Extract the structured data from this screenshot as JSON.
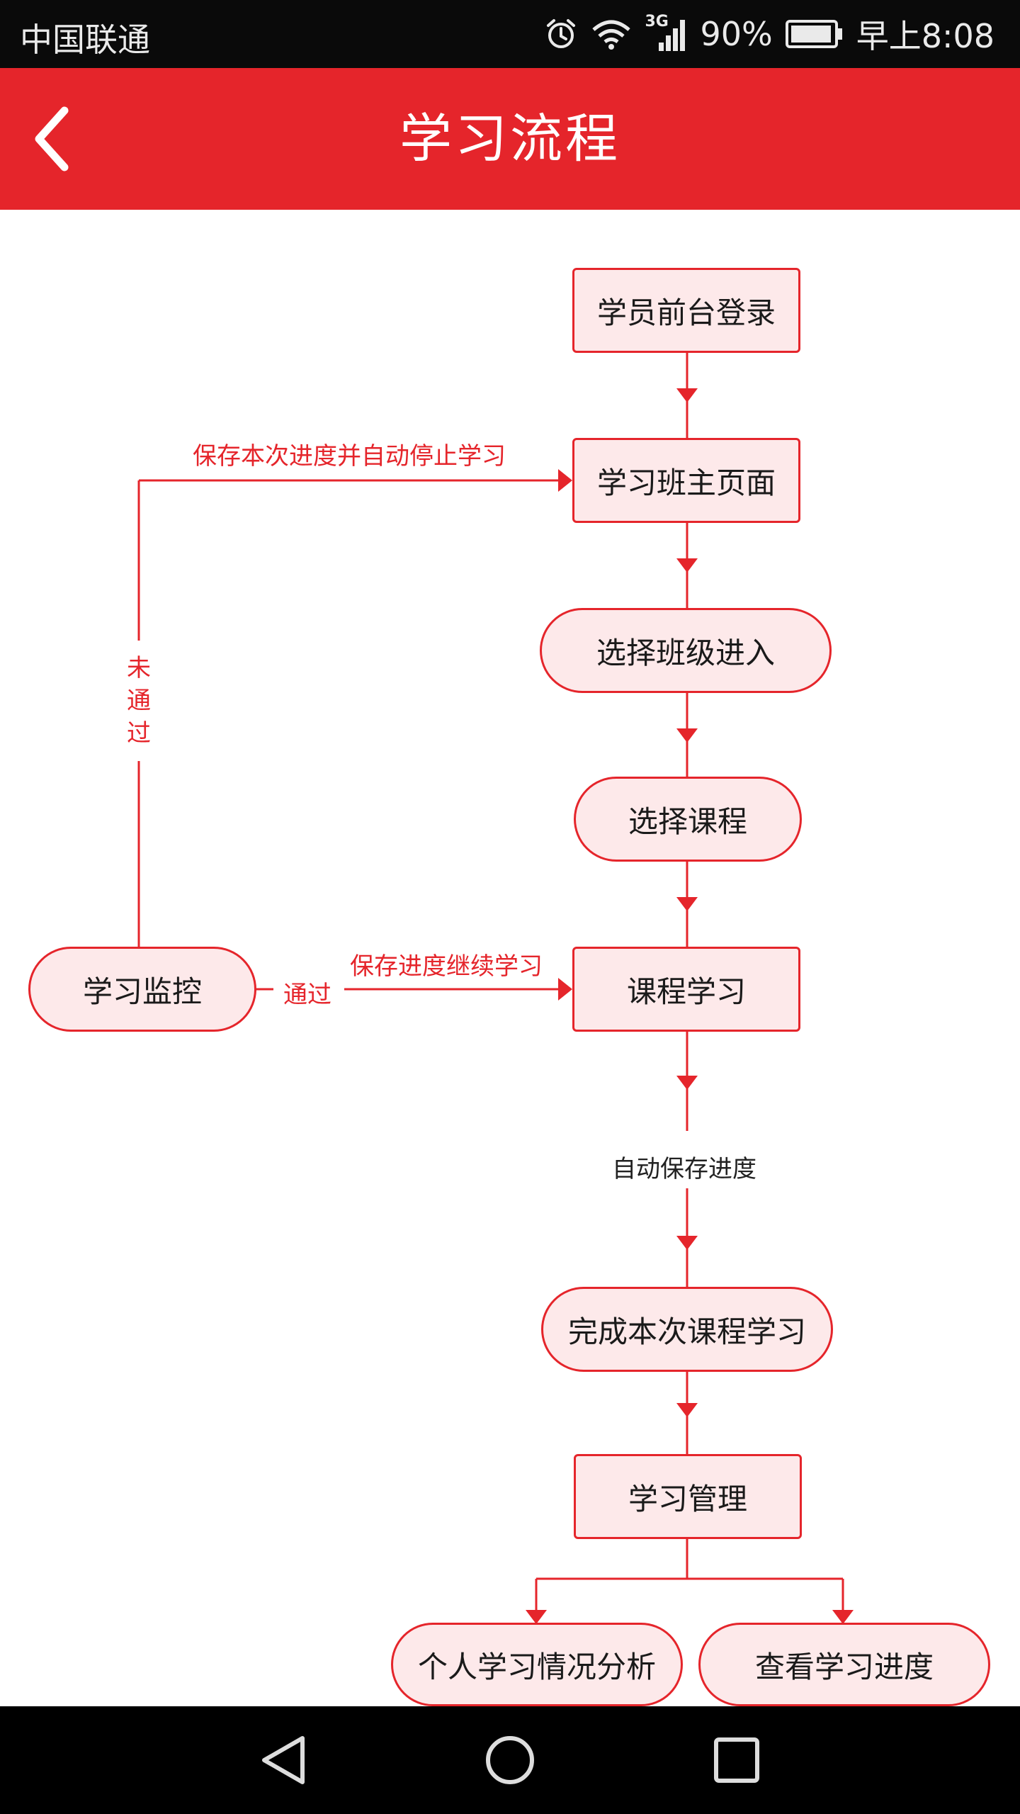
{
  "status_bar": {
    "carrier": "中国联通",
    "network": "3G",
    "battery": "90%",
    "time": "早上8:08"
  },
  "app_bar": {
    "title": "学习流程",
    "back_icon": "chevron-left-icon"
  },
  "flowchart": {
    "nodes": {
      "login": "学员前台登录",
      "class_home": "学习班主页面",
      "select_class": "选择班级进入",
      "select_course": "选择课程",
      "course_study": "课程学习",
      "monitor": "学习监控",
      "complete": "完成本次课程学习",
      "manage": "学习管理",
      "analysis": "个人学习情况分析",
      "progress": "查看学习进度"
    },
    "labels": {
      "save_stop": "保存本次进度并自动停止学习",
      "not_passed": [
        "未",
        "通",
        "过"
      ],
      "passed": "通过",
      "save_continue": "保存进度继续学习",
      "auto_save": "自动保存进度"
    }
  },
  "nav_bar": {
    "back": "triangle-back-icon",
    "home": "circle-home-icon",
    "recents": "square-recents-icon"
  },
  "colors": {
    "accent": "#e5252b",
    "node_fill": "#fde9ea",
    "status_bg": "#0a0a0a",
    "nav_bg": "#000000"
  }
}
